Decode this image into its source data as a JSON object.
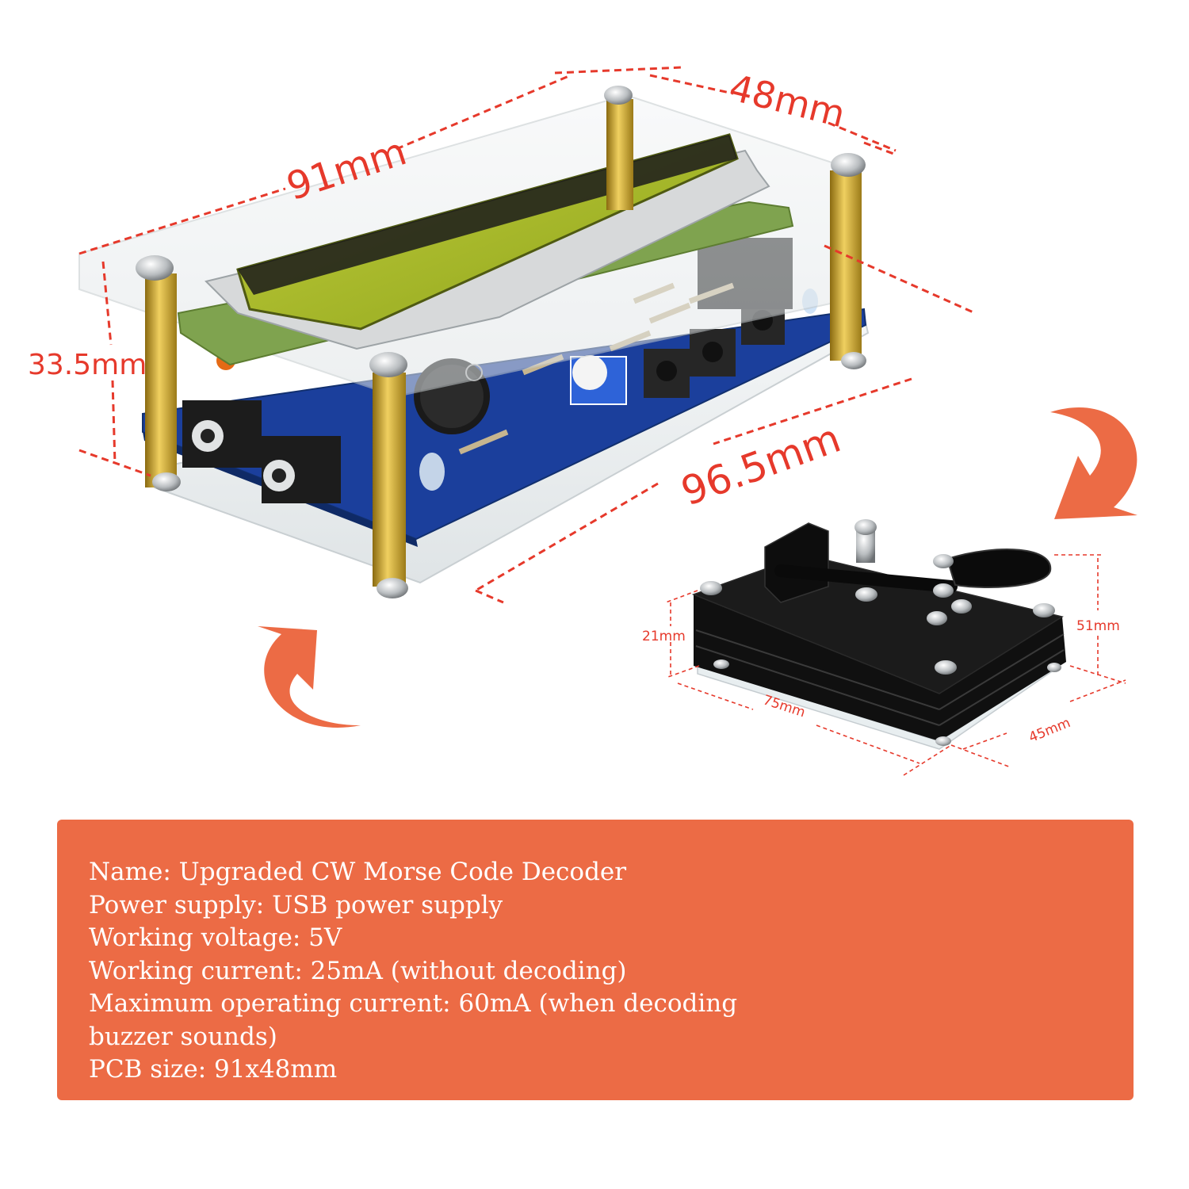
{
  "colors": {
    "accent": "#ec6b45",
    "dimension": "#e6392b",
    "pcb": "#1b3f9c",
    "lcd": "#a7b92a",
    "brass": "#c9a227",
    "key_base": "#0c0c0c"
  },
  "dimensions": {
    "length": "91mm",
    "width": "48mm",
    "height": "33.5mm",
    "case_length": "96.5mm",
    "key_height": "21mm",
    "key_lever": "51mm",
    "key_length": "75mm",
    "key_width": "45mm"
  },
  "icons": {
    "top_arrow": "curved-arrow-down-icon",
    "bottom_arrow": "curved-arrow-up-icon"
  },
  "specs": [
    "Name: Upgraded CW Morse Code Decoder",
    "Power supply: USB power supply",
    "Working voltage: 5V",
    "Working current: 25mA (without decoding)",
    "Maximum operating current: 60mA (when decoding buzzer sounds)",
    "PCB size: 91x48mm"
  ]
}
